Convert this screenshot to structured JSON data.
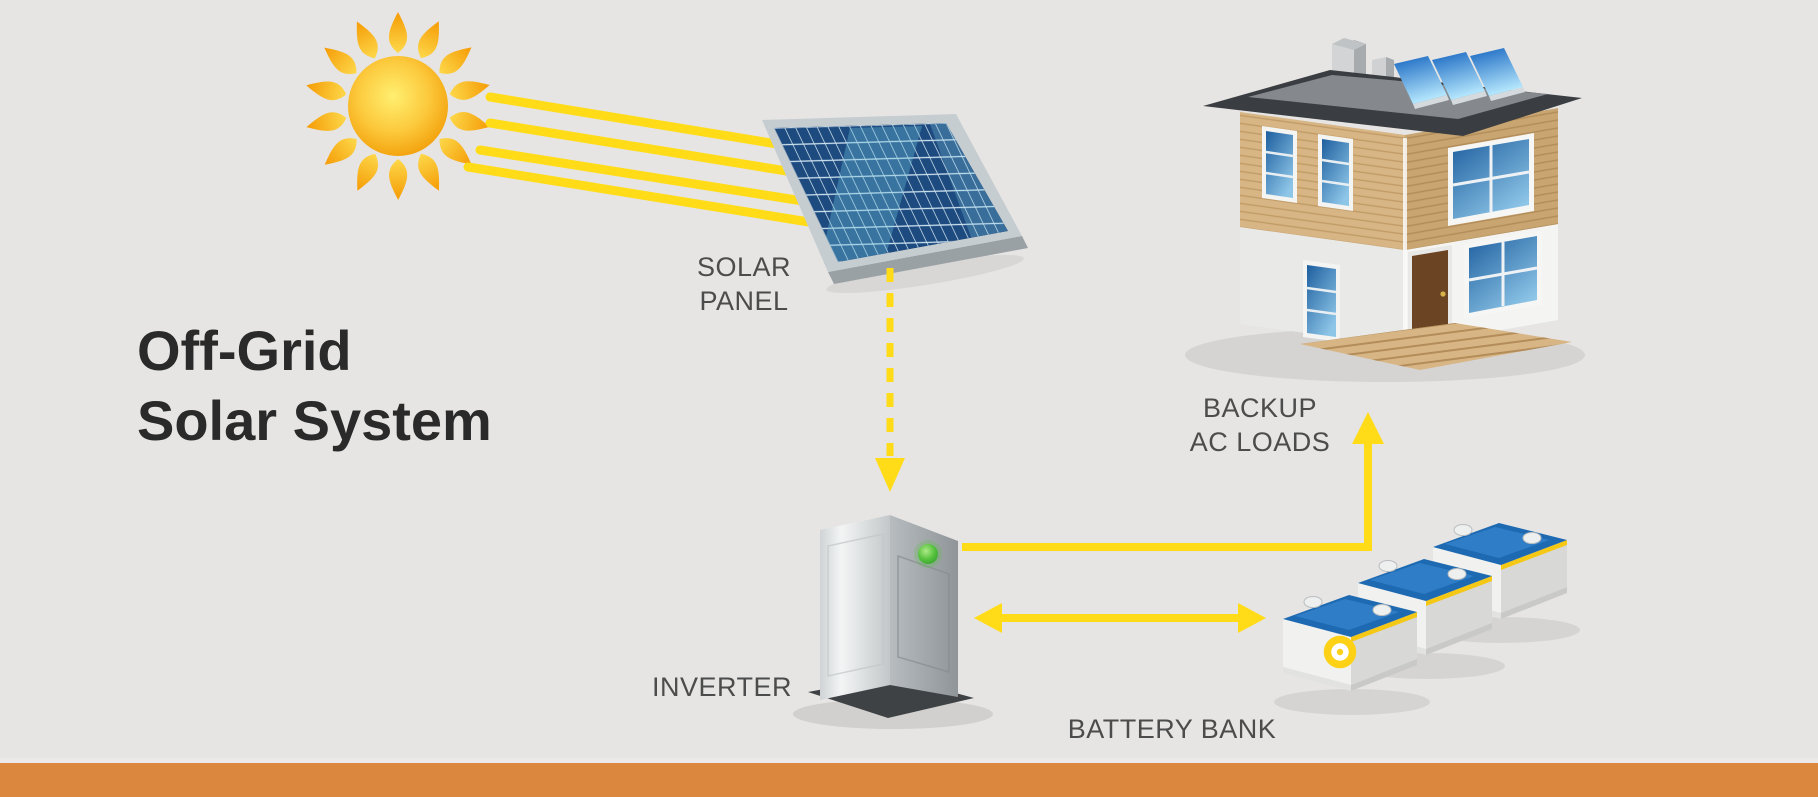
{
  "title": {
    "line1": "Off-Grid",
    "line2": "Solar System"
  },
  "diagram": {
    "nodes": {
      "sun": {
        "icon": "sun-icon"
      },
      "solar_panel": {
        "icon": "solar-panel-icon",
        "label_lines": [
          "SOLAR",
          "PANEL"
        ]
      },
      "house": {
        "icon": "house-icon",
        "label_lines": [
          "BACKUP",
          "AC LOADS"
        ],
        "rooftop_panels": 3
      },
      "inverter": {
        "icon": "inverter-icon",
        "label_lines": [
          "INVERTER"
        ],
        "status_led": "green"
      },
      "battery_bank": {
        "icon": "battery-bank-icon",
        "label_lines": [
          "BATTERY BANK"
        ],
        "battery_count": 3
      }
    },
    "connections": [
      {
        "from": "sun",
        "to": "solar_panel",
        "style": "sunlight-rays",
        "count": 4
      },
      {
        "from": "solar_panel",
        "to": "inverter",
        "style": "dashed-arrow",
        "direction": "one-way"
      },
      {
        "from": "inverter",
        "to": "house",
        "style": "solid-elbow-arrow",
        "direction": "one-way"
      },
      {
        "from": "inverter",
        "to": "battery_bank",
        "style": "solid-arrow",
        "direction": "two-way"
      }
    ]
  },
  "colors": {
    "background": "#e6e5e3",
    "accent_yellow": "#ffdc17",
    "footer_orange": "#dc873e",
    "title_text": "#2a2a2a",
    "label_text": "#4c4c4c",
    "panel_cell_blue": "#1d4b80",
    "battery_lid_blue": "#1e6ab2",
    "led_green": "#4cb944",
    "roof_dark": "#3a3d41",
    "wood_tan": "#d8b584"
  }
}
